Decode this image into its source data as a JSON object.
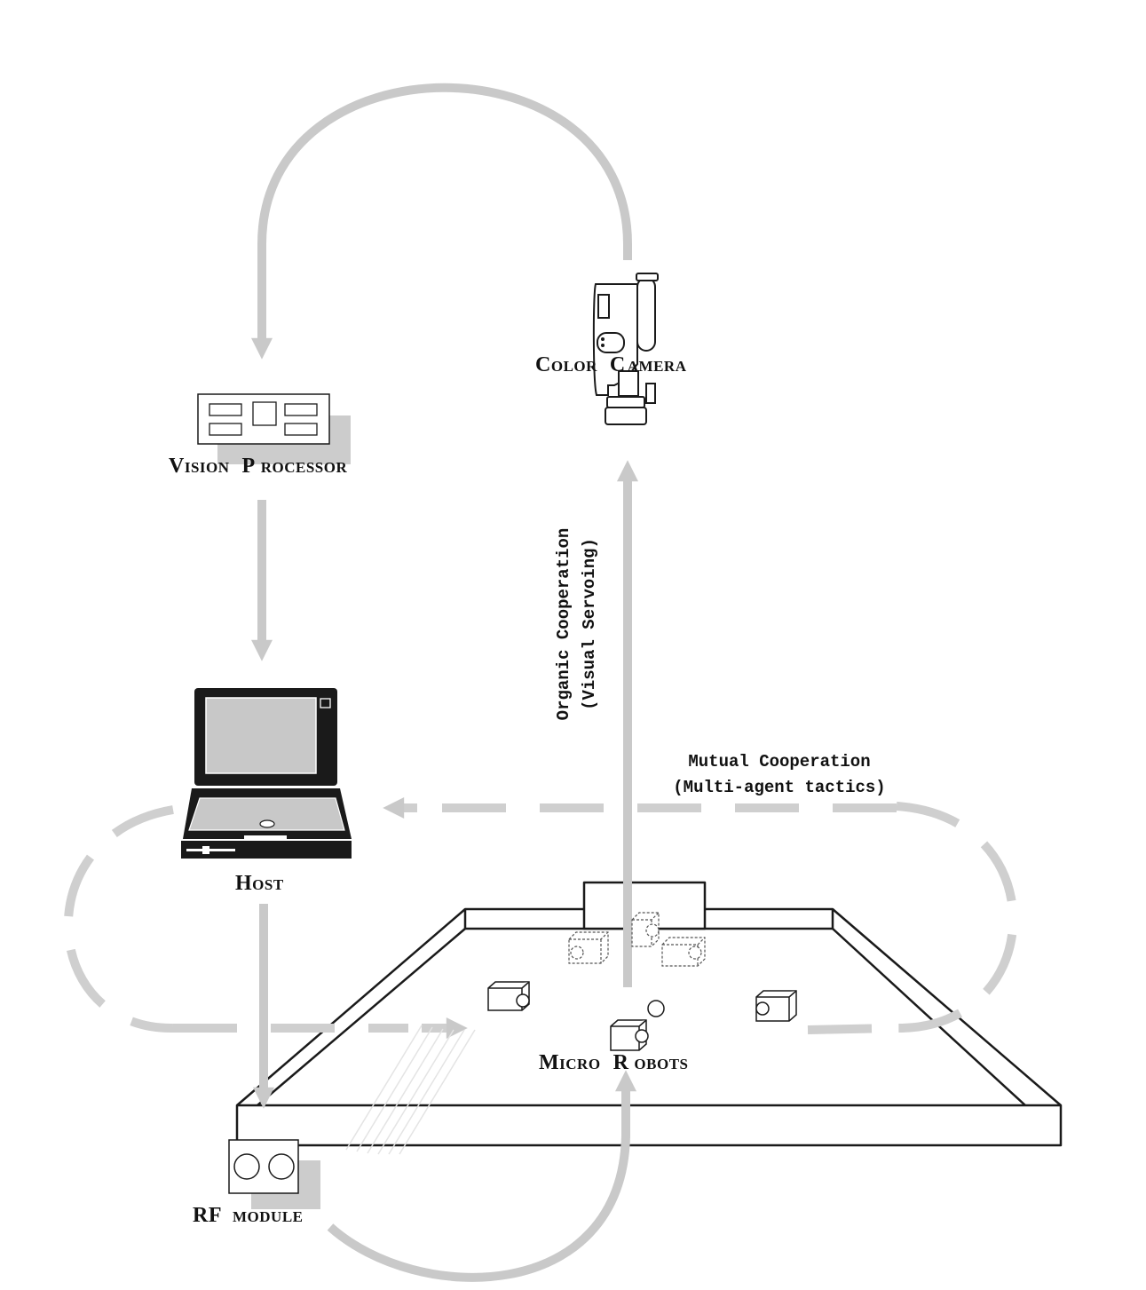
{
  "nodes": {
    "color_camera": {
      "label_1": "C",
      "label_2": "OLOR",
      "label_3": "C",
      "label_4": "AMERA"
    },
    "vision_processor": {
      "label_1": "V",
      "label_2": "ISION",
      "label_3": "P",
      "label_4": "ROCESSOR"
    },
    "host": {
      "label_1": "H",
      "label_2": "OST"
    },
    "micro_robots": {
      "label_1": "M",
      "label_2": "ICRO",
      "label_3": "R",
      "label_4": "OBOTS"
    },
    "rf_module": {
      "label_1": "RF",
      "label_2": "MODULE"
    }
  },
  "edges": {
    "organic": {
      "line_1": "Organic Cooperation",
      "line_2": "(Visual Servoing)"
    },
    "mutual": {
      "line_1": "Mutual Cooperation",
      "line_2": "(Multi-agent tactics)"
    }
  },
  "colors": {
    "arrow": "#c9c9c9",
    "ink": "#1a1a1a",
    "screen": "#c8c8c8"
  }
}
